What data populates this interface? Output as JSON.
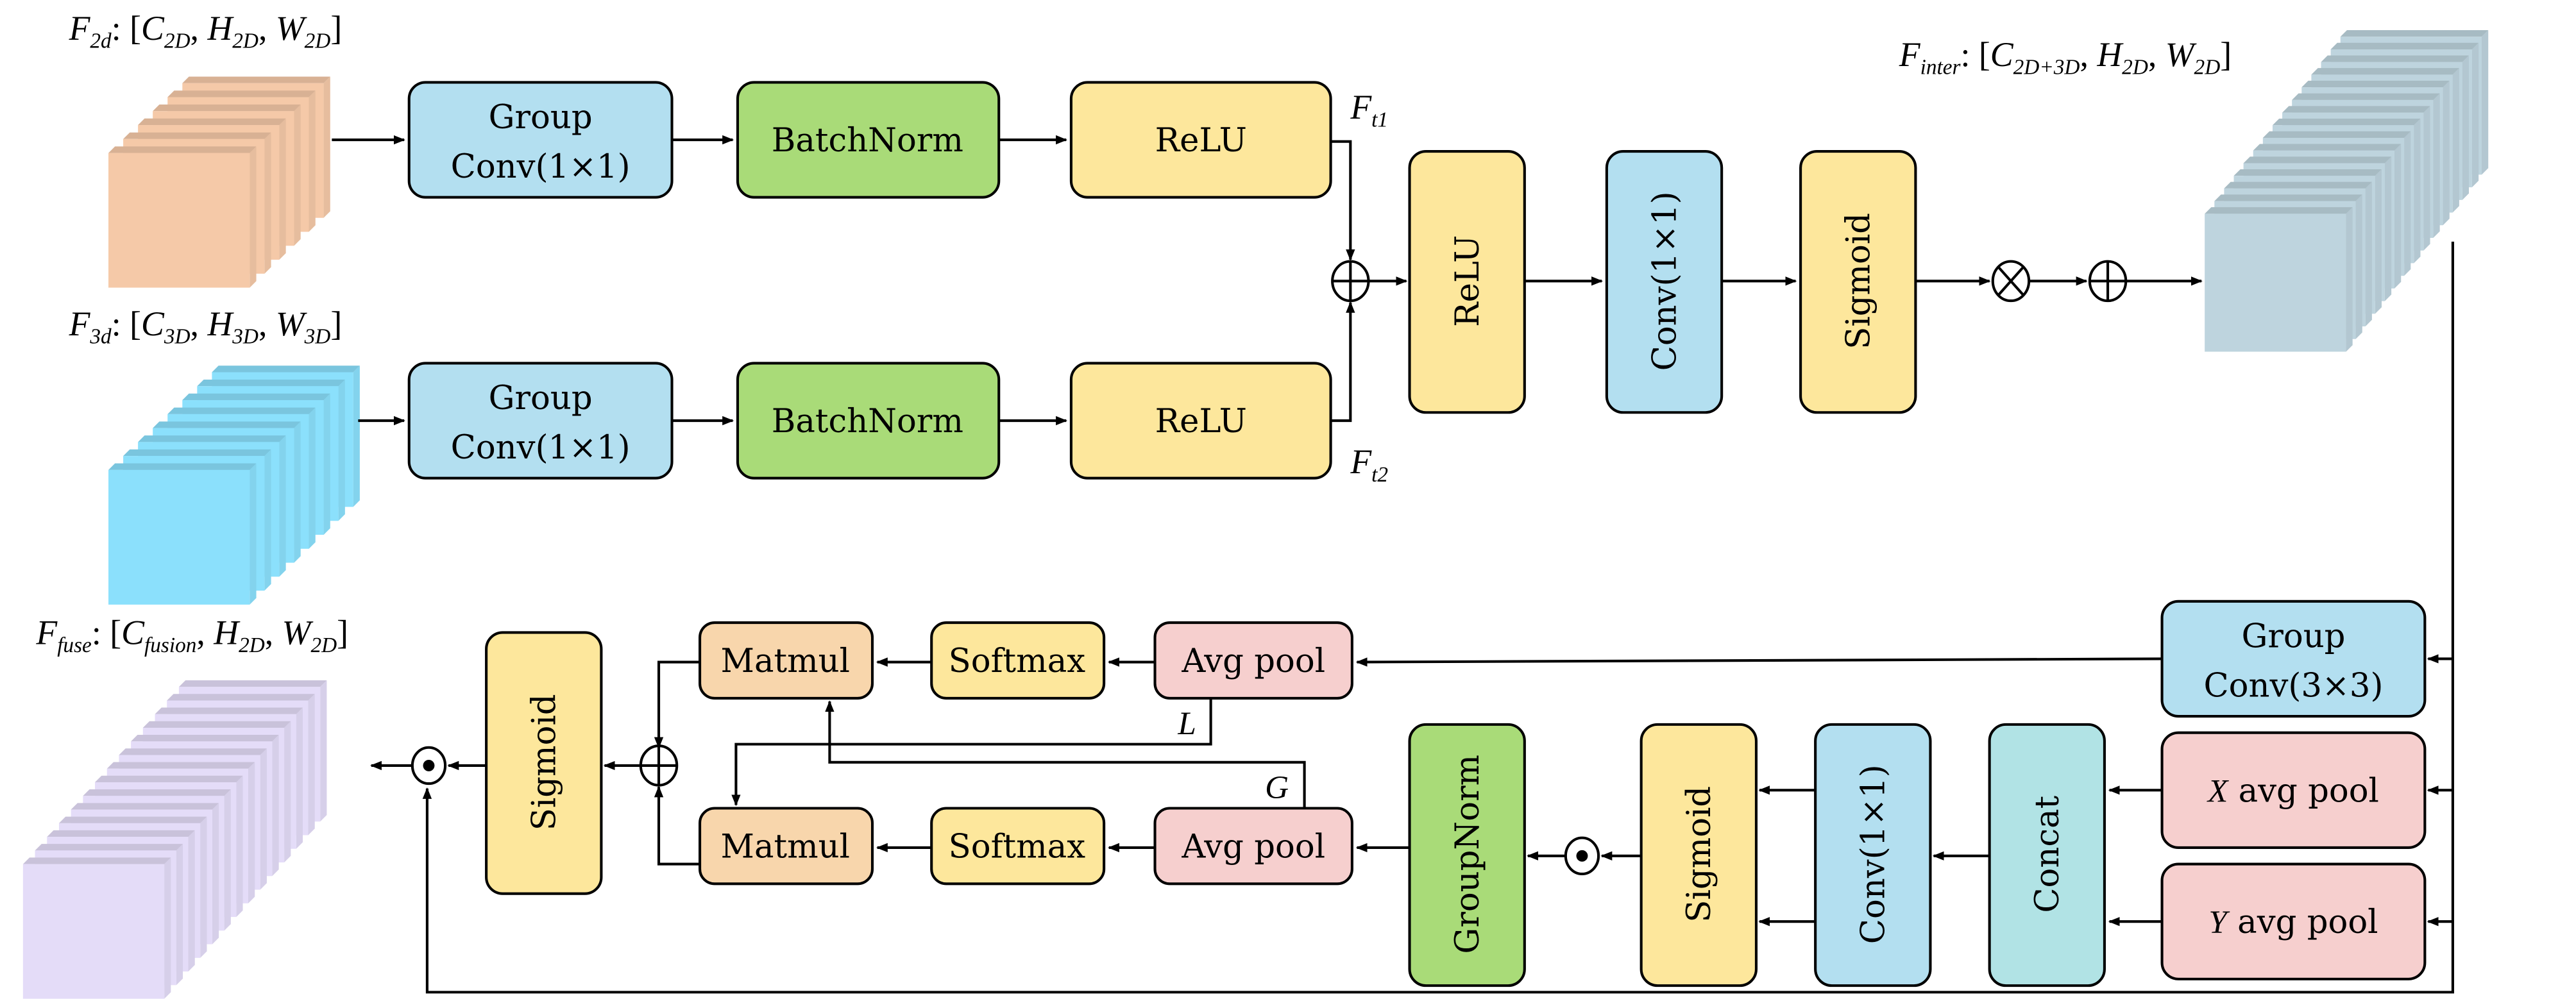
{
  "title": "2D-3D feature fusion module architecture",
  "colors": {
    "feature_2d": "#f5c9a8",
    "feature_3d": "#8be0fc",
    "feature_inter": "#bed4de",
    "feature_fuse": "#e4dcf8",
    "conv_blue": "#b3dff0",
    "norm_green": "#a9db78",
    "activation_yellow": "#fde79c",
    "matmul_orange": "#f8d6ac",
    "pool_pink": "#f6cfce",
    "concat_teal": "#b1e3e5"
  },
  "tensors": {
    "f2d": {
      "name": "F",
      "sub": "2d",
      "dims": [
        {
          "sym": "C",
          "sub": "2D"
        },
        {
          "sym": "H",
          "sub": "2D"
        },
        {
          "sym": "W",
          "sub": "2D"
        }
      ]
    },
    "f3d": {
      "name": "F",
      "sub": "3d",
      "dims": [
        {
          "sym": "C",
          "sub": "3D"
        },
        {
          "sym": "H",
          "sub": "3D"
        },
        {
          "sym": "W",
          "sub": "3D"
        }
      ]
    },
    "finter": {
      "name": "F",
      "sub": "inter",
      "dims": [
        {
          "sym": "C",
          "sub": "2D+3D"
        },
        {
          "sym": "H",
          "sub": "2D"
        },
        {
          "sym": "W",
          "sub": "2D"
        }
      ]
    },
    "ffuse": {
      "name": "F",
      "sub": "fuse",
      "dims": [
        {
          "sym": "C",
          "sub": "fusion"
        },
        {
          "sym": "H",
          "sub": "2D"
        },
        {
          "sym": "W",
          "sub": "2D"
        }
      ]
    }
  },
  "branch_labels": {
    "ft1": {
      "sym": "F",
      "sub": "t1"
    },
    "ft2": {
      "sym": "F",
      "sub": "t2"
    },
    "L": "L",
    "G": "G"
  },
  "top_branch": {
    "group_conv": [
      "Group",
      "Conv(1×1)"
    ],
    "batchnorm": "BatchNorm",
    "relu": "ReLU"
  },
  "bottom_branch": {
    "group_conv": [
      "Group",
      "Conv(1×1)"
    ],
    "batchnorm": "BatchNorm",
    "relu": "ReLU"
  },
  "fusion_chain": {
    "relu": "ReLU",
    "conv": "Conv(1×1)",
    "sigmoid": "Sigmoid"
  },
  "lower": {
    "group_conv3": [
      "Group",
      "Conv(3×3)"
    ],
    "x_pool": {
      "axis": "X",
      "text": "avg pool"
    },
    "y_pool": {
      "axis": "Y",
      "text": "avg pool"
    },
    "concat": "Concat",
    "conv": "Conv(1×1)",
    "sigmoid": "Sigmoid",
    "groupnorm": "GroupNorm",
    "avgpool_top": "Avg pool",
    "avgpool_bottom": "Avg pool",
    "softmax_top": "Softmax",
    "softmax_bottom": "Softmax",
    "matmul_top": "Matmul",
    "matmul_bottom": "Matmul",
    "sigmoid_out": "Sigmoid"
  },
  "operators": {
    "add": "⊕",
    "mul": "⊗",
    "hadamard": "⊙"
  }
}
